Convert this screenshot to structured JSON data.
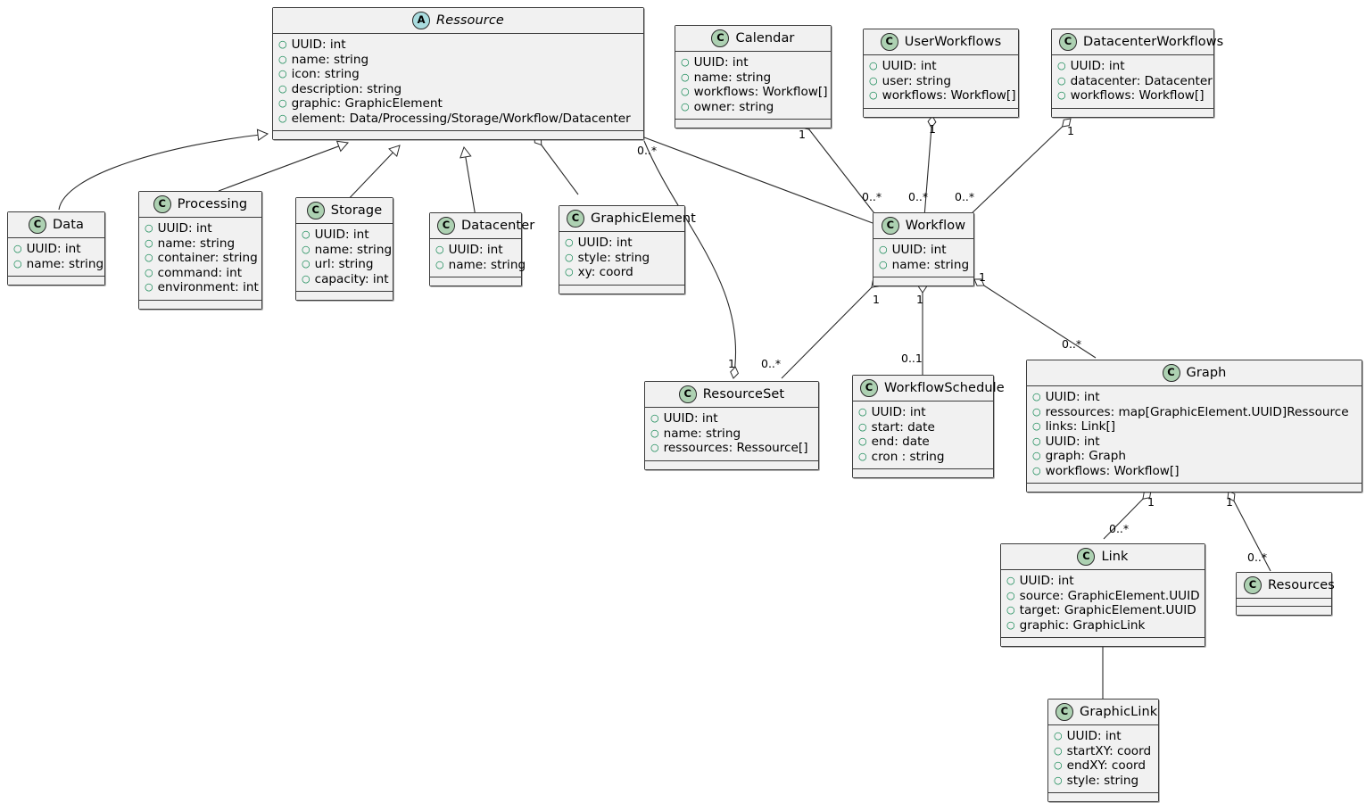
{
  "diagram": {
    "kind": "uml-class-diagram",
    "background": "#ffffff",
    "class_fill": "#f1f1f1",
    "class_border": "#3c3c3c",
    "class_badge_color": "#add1b2",
    "abstract_badge_color": "#a9dcdf",
    "visibility_marker_color": "#038048"
  },
  "classes": {
    "ressource": {
      "name": "Ressource",
      "stereotype": "A",
      "attrs": [
        "UUID: int",
        "name: string",
        "icon: string",
        "description: string",
        "graphic: GraphicElement",
        "element: Data/Processing/Storage/Workflow/Datacenter"
      ]
    },
    "data": {
      "name": "Data",
      "stereotype": "C",
      "attrs": [
        "UUID: int",
        "name: string"
      ]
    },
    "processing": {
      "name": "Processing",
      "stereotype": "C",
      "attrs": [
        "UUID: int",
        "name: string",
        "container: string",
        "command: int",
        "environment: int"
      ]
    },
    "storage": {
      "name": "Storage",
      "stereotype": "C",
      "attrs": [
        "UUID: int",
        "name: string",
        "url: string",
        "capacity: int"
      ]
    },
    "datacenter": {
      "name": "Datacenter",
      "stereotype": "C",
      "attrs": [
        "UUID: int",
        "name: string"
      ]
    },
    "graphicelement": {
      "name": "GraphicElement",
      "stereotype": "C",
      "attrs": [
        "UUID: int",
        "style: string",
        "xy: coord"
      ]
    },
    "calendar": {
      "name": "Calendar",
      "stereotype": "C",
      "attrs": [
        "UUID: int",
        "name: string",
        "workflows: Workflow[]",
        "owner: string"
      ]
    },
    "userworkflows": {
      "name": "UserWorkflows",
      "stereotype": "C",
      "attrs": [
        "UUID: int",
        "user: string",
        "workflows: Workflow[]"
      ]
    },
    "datacenterworkflows": {
      "name": "DatacenterWorkflows",
      "stereotype": "C",
      "attrs": [
        "UUID: int",
        "datacenter: Datacenter",
        "workflows: Workflow[]"
      ]
    },
    "workflow": {
      "name": "Workflow",
      "stereotype": "C",
      "attrs": [
        "UUID: int",
        "name: string"
      ]
    },
    "resourceset": {
      "name": "ResourceSet",
      "stereotype": "C",
      "attrs": [
        "UUID: int",
        "name: string",
        "ressources: Ressource[]"
      ]
    },
    "workflowschedule": {
      "name": "WorkflowSchedule",
      "stereotype": "C",
      "attrs": [
        "UUID: int",
        "start: date",
        "end: date",
        "cron : string"
      ]
    },
    "graph": {
      "name": "Graph",
      "stereotype": "C",
      "attrs": [
        "UUID: int",
        "ressources: map[GraphicElement.UUID]Ressource",
        "links: Link[]",
        "UUID: int",
        "graph: Graph",
        "workflows: Workflow[]"
      ]
    },
    "link": {
      "name": "Link",
      "stereotype": "C",
      "attrs": [
        "UUID: int",
        "source: GraphicElement.UUID",
        "target: GraphicElement.UUID",
        "graphic: GraphicLink"
      ]
    },
    "resources": {
      "name": "Resources",
      "stereotype": "C",
      "attrs": []
    },
    "graphiclink": {
      "name": "GraphicLink",
      "stereotype": "C",
      "attrs": [
        "UUID: int",
        "startXY: coord",
        "endXY: coord",
        "style: string"
      ]
    }
  },
  "multiplicity_labels": [
    {
      "id": "ressource-graphicelement-src",
      "text": "0..*"
    },
    {
      "id": "calendar-workflow-1",
      "text": "1"
    },
    {
      "id": "userworkflows-workflow-1",
      "text": "1"
    },
    {
      "id": "datacenterworkflows-workflow-1",
      "text": "1"
    },
    {
      "id": "workflow-calendar-many",
      "text": "0..*"
    },
    {
      "id": "workflow-userworkflows-many",
      "text": "0..*"
    },
    {
      "id": "workflow-datacenterworkflows-many",
      "text": "0..*"
    },
    {
      "id": "workflow-resourceset-1",
      "text": "1"
    },
    {
      "id": "workflow-schedule-1",
      "text": "1"
    },
    {
      "id": "workflow-graph-1",
      "text": "1"
    },
    {
      "id": "resourceset-end-1",
      "text": "1"
    },
    {
      "id": "resourceset-end-many",
      "text": "0..*"
    },
    {
      "id": "workflowschedule-end",
      "text": "0..1"
    },
    {
      "id": "graph-end-many",
      "text": "0..*"
    },
    {
      "id": "graph-link-1",
      "text": "1"
    },
    {
      "id": "graph-resources-1",
      "text": "1"
    },
    {
      "id": "link-end-many",
      "text": "0..*"
    },
    {
      "id": "resources-end-many",
      "text": "0..*"
    }
  ]
}
